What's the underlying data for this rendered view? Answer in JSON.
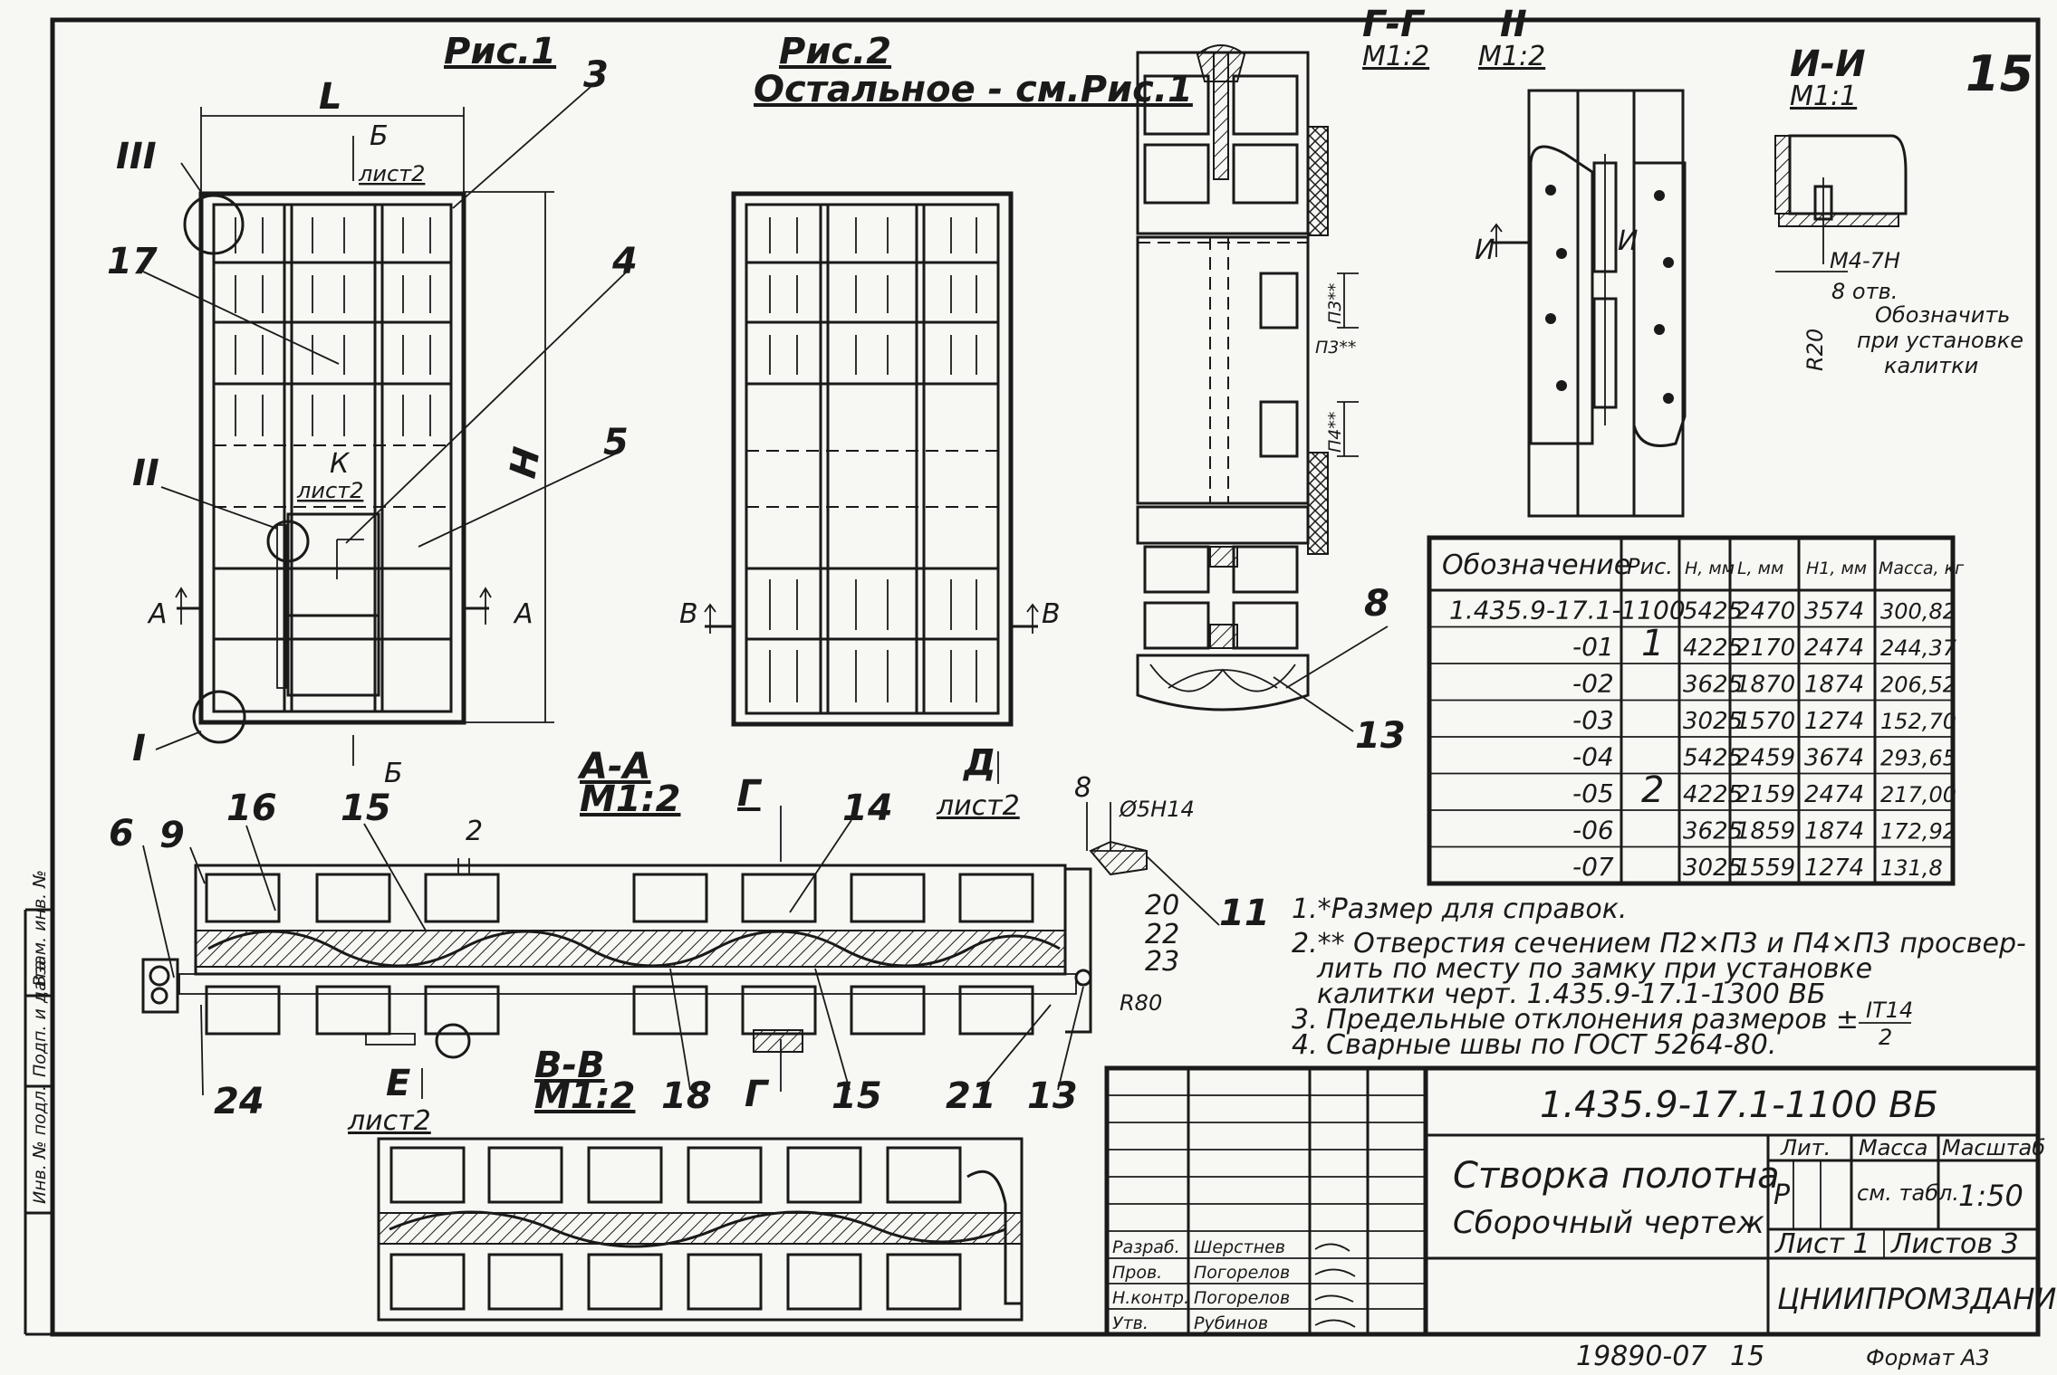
{
  "sheet": {
    "number": "15",
    "figures": {
      "fig1": "Рис.1",
      "fig2": "Рис.2",
      "fig2_sub": "Остальное - см.Рис.1"
    },
    "sections": {
      "gg": "Г-Г",
      "gg_scale": "М1:2",
      "ii": "II",
      "ii_scale": "М1:2",
      "uu": "И-И",
      "uu_scale": "М1:1",
      "aa": "А-А",
      "aa_scale": "М1:2",
      "vv": "В-В",
      "vv_scale": "М1:2"
    },
    "dims": {
      "L": "L",
      "H": "H",
      "two": "2",
      "eight": "8",
      "r20": "R20",
      "r80": "R80",
      "m4": "М4-7Н",
      "holes": "8 отв.",
      "n3_1": "П3**",
      "n3_2": "П3**",
      "n4": "П4**",
      "phi": "Ø5Н14"
    },
    "callouts": {
      "c3": "3",
      "c4": "4",
      "c5": "5",
      "c6": "6",
      "c8": "8",
      "c9": "9",
      "c11": "11",
      "c13": "13",
      "c14": "14",
      "c15": "15",
      "c15b": "15",
      "c16": "16",
      "c17": "17",
      "c18": "18",
      "c20": "20",
      "c21": "21",
      "c22": "22",
      "c23": "23",
      "c24": "24",
      "roman1": "I",
      "roman2": "II",
      "roman3": "III",
      "cut_a": "А",
      "cut_v": "В",
      "cut_b": "Б",
      "cut_g": "Г",
      "cut_k": "К",
      "cut_e": "Е",
      "cut_d": "Д",
      "cut_u": "И",
      "sheet2": "лист2"
    },
    "note_uu": [
      "Обозначить",
      "при установке",
      "калитки"
    ],
    "notes": [
      "1.*Размер для справок.",
      "2.** Отверстия сечением П2×П3 и П4×П3 просвер-",
      "лить по месту по замку при установке",
      "калитки черт. 1.435.9-17.1-1300 ВБ",
      "3. Предельные отклонения размеров ±",
      "4. Сварные швы по ГОСТ 5264-80."
    ],
    "tolerance": "IT14",
    "tolerance_den": "2",
    "doc_code": "1.435.9-17.1-1100 ВБ",
    "title_lines": [
      "Створка полотна",
      "Сборочный чертеж"
    ],
    "block_labels": {
      "lit": "Лит.",
      "mass": "Масса",
      "scale": "Масштаб",
      "lit_val": "Р",
      "mass_val": "см. табл.",
      "scale_val": "1:50",
      "sheet": "Лист 1",
      "sheets": "Листов 3",
      "org": "ЦНИИПРОМЗДАНИЙ"
    },
    "signatures": [
      {
        "role": "Разраб.",
        "name": "Шерстнев"
      },
      {
        "role": "Пров.",
        "name": "Погорелов"
      },
      {
        "role": "Н.контр.",
        "name": "Погорелов"
      },
      {
        "role": "Утв.",
        "name": "Рубинов"
      }
    ],
    "footer_left": "19890-07",
    "footer_mid": "15",
    "footer_format": "Формат А3",
    "side_stamp": [
      "Взам. инв. №",
      "Подп. и дата",
      "Инв. № подл."
    ]
  },
  "table": {
    "headers": [
      "Обозначение",
      "Рис.",
      "H, мм",
      "L, мм",
      "H1, мм",
      "Масса, кг"
    ],
    "rows": [
      {
        "code": "1.435.9-17.1-1100",
        "fig": "",
        "h": "5425",
        "l": "2470",
        "h1": "3574",
        "mass": "300,82"
      },
      {
        "code": "-01",
        "fig": "1",
        "h": "4225",
        "l": "2170",
        "h1": "2474",
        "mass": "244,37"
      },
      {
        "code": "-02",
        "fig": "",
        "h": "3625",
        "l": "1870",
        "h1": "1874",
        "mass": "206,52"
      },
      {
        "code": "-03",
        "fig": "",
        "h": "3025",
        "l": "1570",
        "h1": "1274",
        "mass": "152,70"
      },
      {
        "code": "-04",
        "fig": "",
        "h": "5425",
        "l": "2459",
        "h1": "3674",
        "mass": "293,65"
      },
      {
        "code": "-05",
        "fig": "2",
        "h": "4225",
        "l": "2159",
        "h1": "2474",
        "mass": "217,00"
      },
      {
        "code": "-06",
        "fig": "",
        "h": "3625",
        "l": "1859",
        "h1": "1874",
        "mass": "172,92"
      },
      {
        "code": "-07",
        "fig": "",
        "h": "3025",
        "l": "1559",
        "h1": "1274",
        "mass": "131,8"
      }
    ]
  }
}
